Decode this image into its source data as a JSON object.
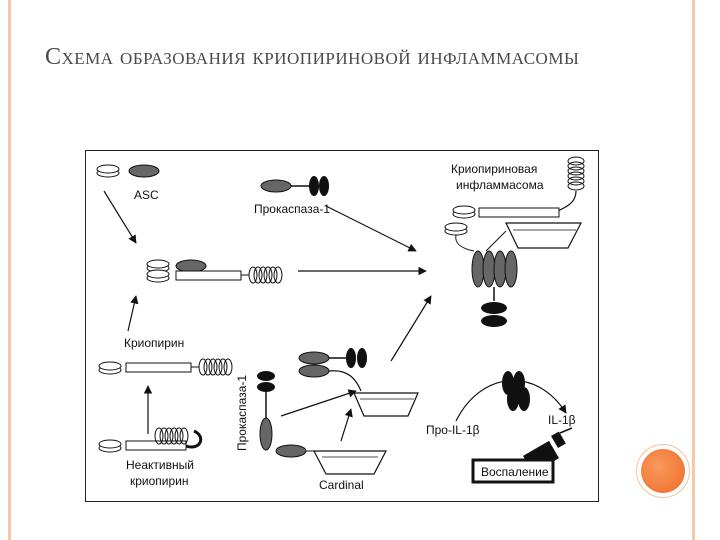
{
  "slide": {
    "title": "Схема образования криопириновой инфламмасомы"
  },
  "diagram": {
    "labels": {
      "asc": "ASC",
      "procaspase_top": "Прокаспаза-1",
      "cryopyrin_inflammasome_line1": "Криопириновая",
      "cryopyrin_inflammasome_line2": "инфламмасома",
      "cryopyrin": "Криопирин",
      "procaspase_vertical": "Прокаспаза-1",
      "inactive_line1": "Неактивный",
      "inactive_line2": "криопирин",
      "cardinal": "Cardinal",
      "pro_il": "Про-IL-1β",
      "il": "IL-1β",
      "inflammation": "Воспаление"
    }
  },
  "colors": {
    "border": "#f3c9a7",
    "accent": "#f06b25",
    "title": "#4a4a4a"
  }
}
